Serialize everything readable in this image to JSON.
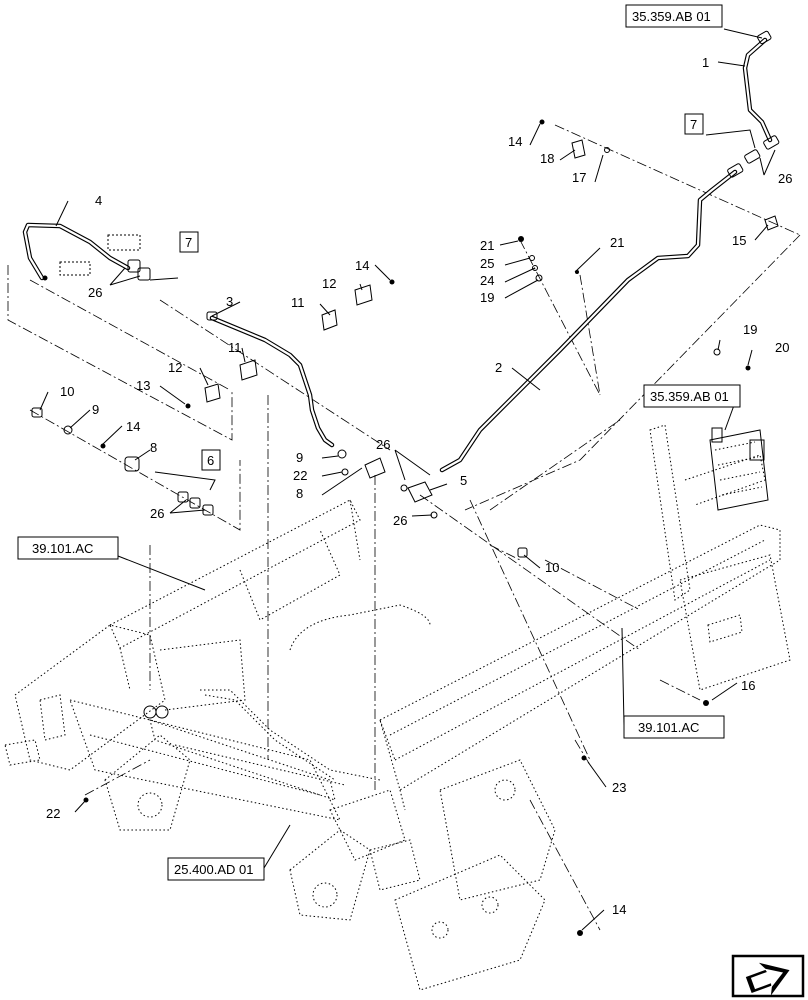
{
  "callouts": [
    "1",
    "2",
    "3",
    "4",
    "5",
    "6",
    "7",
    "8",
    "9",
    "10",
    "11",
    "12",
    "13",
    "14",
    "15",
    "16",
    "17",
    "18",
    "19",
    "20",
    "21",
    "22",
    "23",
    "24",
    "25",
    "26"
  ],
  "refs": {
    "r1": "35.359.AB 01",
    "r2": "35.359.AB 01",
    "r3": "39.101.AC",
    "r4": "39.101.AC",
    "r5": "25.400.AD 01"
  },
  "boxed": {
    "b7a": "7",
    "b7b": "7",
    "b6": "6"
  },
  "nav_icon": "arrow-next-icon"
}
